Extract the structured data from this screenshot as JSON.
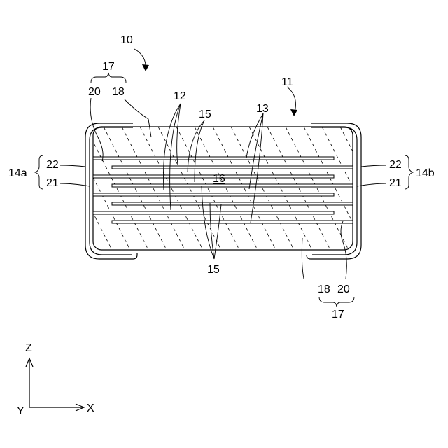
{
  "labels": {
    "ref_10": "10",
    "ref_11": "11",
    "ref_12": "12",
    "ref_13": "13",
    "ref_15_top": "15",
    "ref_15_bottom": "15",
    "ref_16": "16",
    "ref_17_top": "17",
    "ref_17_bottom": "17",
    "ref_18_top": "18",
    "ref_18_bottom": "18",
    "ref_20_top": "20",
    "ref_20_bottom": "20",
    "ref_22_left": "22",
    "ref_21_left": "21",
    "ref_22_right": "22",
    "ref_21_right": "21",
    "ref_14a": "14a",
    "ref_14b": "14b"
  },
  "axes": {
    "z_label": "Z",
    "x_label": "X",
    "y_label": "Y"
  }
}
